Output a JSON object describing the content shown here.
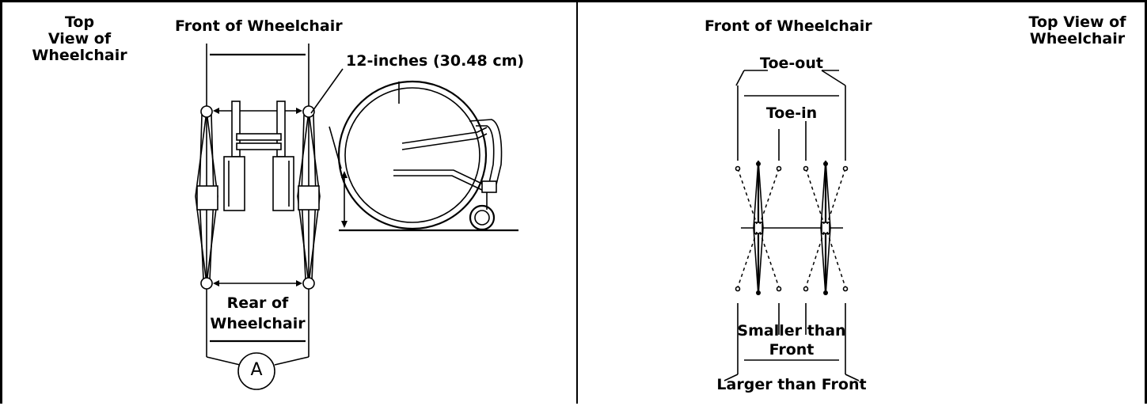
{
  "left_panel": {
    "top_view_label": "Top\nView of\nWheelchair",
    "front_label": "Front of Wheelchair",
    "measurement_label": "12-inches (30.48 cm)",
    "rear_label_line1": "Rear of",
    "rear_label_line2": "Wheelchair",
    "callout_letter": "A"
  },
  "right_panel": {
    "front_label": "Front of Wheelchair",
    "top_view_label": "Top View of\nWheelchair",
    "toe_out_label": "Toe-out",
    "toe_in_label": "Toe-in",
    "smaller_label_line1": "Smaller than",
    "smaller_label_line2": "Front",
    "larger_label": "Larger than Front"
  }
}
